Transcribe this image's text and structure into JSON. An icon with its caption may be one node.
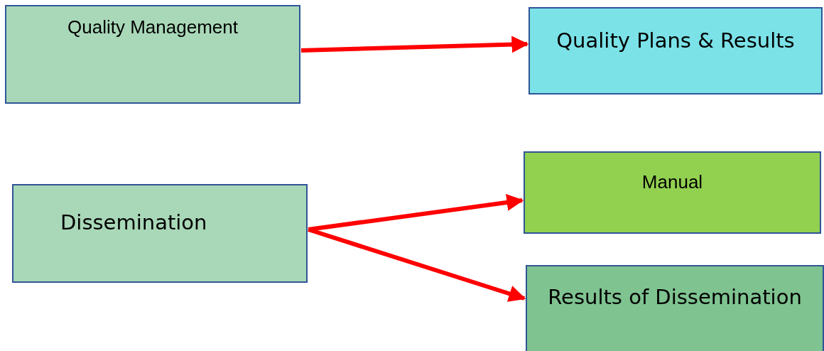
{
  "diagram": {
    "nodes": [
      {
        "text": [
          "Quality Management"
        ]
      },
      {
        "text": [
          "Quality Plans & Results"
        ]
      },
      {
        "text": [
          "Dissemination"
        ]
      },
      {
        "text": [
          "Manual"
        ]
      },
      {
        "text": [
          "Results of Dissemination"
        ]
      }
    ],
    "edges": [
      {
        "from": 0,
        "to": 1,
        "arrow": "to"
      },
      {
        "from": 2,
        "to": 3,
        "arrow": "to"
      },
      {
        "from": 2,
        "to": 4,
        "arrow": "to"
      }
    ]
  }
}
